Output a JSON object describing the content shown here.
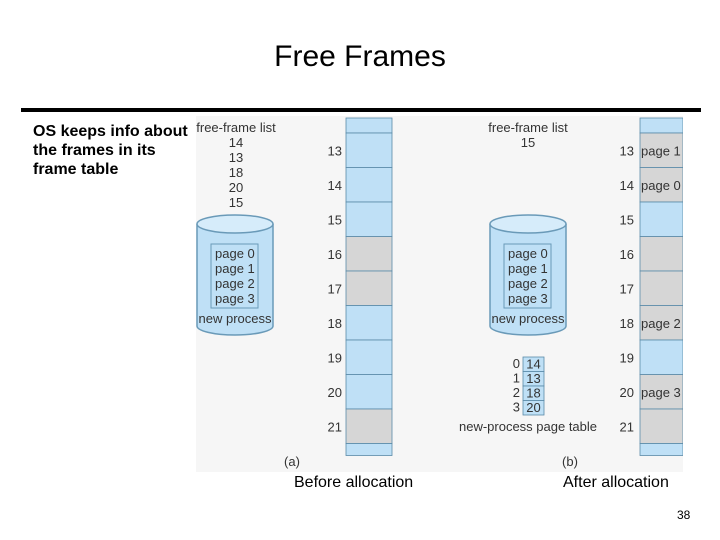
{
  "slide": {
    "title": "Free Frames",
    "note": "OS keeps info about the frames in its frame table",
    "caption_before": "Before allocation",
    "caption_after": "After allocation",
    "page_number": "38"
  },
  "colors": {
    "cylinder": "#bfe0f6",
    "cylinder_stroke": "#6a9ab8",
    "memory_free": "#bfe0f6",
    "memory_used": "#d6d6d6",
    "page_table": "#bfe0f6"
  },
  "panel_a": {
    "free_list_label": "free-frame list",
    "free_frames": [
      "14",
      "13",
      "18",
      "20",
      "15"
    ],
    "disk_pages": [
      "page 0",
      "page 1",
      "page 2",
      "page 3"
    ],
    "disk_label": "new process",
    "frame_numbers": [
      "13",
      "14",
      "15",
      "16",
      "17",
      "18",
      "19",
      "20",
      "21"
    ],
    "frame_state": [
      "free",
      "free",
      "free",
      "used",
      "used",
      "free",
      "free",
      "free",
      "used"
    ],
    "frame_contents": [
      "",
      "",
      "",
      "",
      "",
      "",
      "",
      "",
      ""
    ],
    "figure_label": "(a)"
  },
  "panel_b": {
    "free_list_label": "free-frame list",
    "free_frames": [
      "15"
    ],
    "disk_pages": [
      "page 0",
      "page 1",
      "page 2",
      "page 3"
    ],
    "disk_label": "new process",
    "page_table_indices": [
      "0",
      "1",
      "2",
      "3"
    ],
    "page_table_frames": [
      "14",
      "13",
      "18",
      "20"
    ],
    "page_table_label": "new-process page table",
    "frame_numbers": [
      "13",
      "14",
      "15",
      "16",
      "17",
      "18",
      "19",
      "20",
      "21"
    ],
    "frame_state": [
      "used",
      "used",
      "free",
      "used",
      "used",
      "used",
      "free",
      "used",
      "used"
    ],
    "frame_contents": [
      "page 1",
      "page 0",
      "",
      "",
      "",
      "page 2",
      "",
      "page 3",
      ""
    ],
    "figure_label": "(b)"
  }
}
